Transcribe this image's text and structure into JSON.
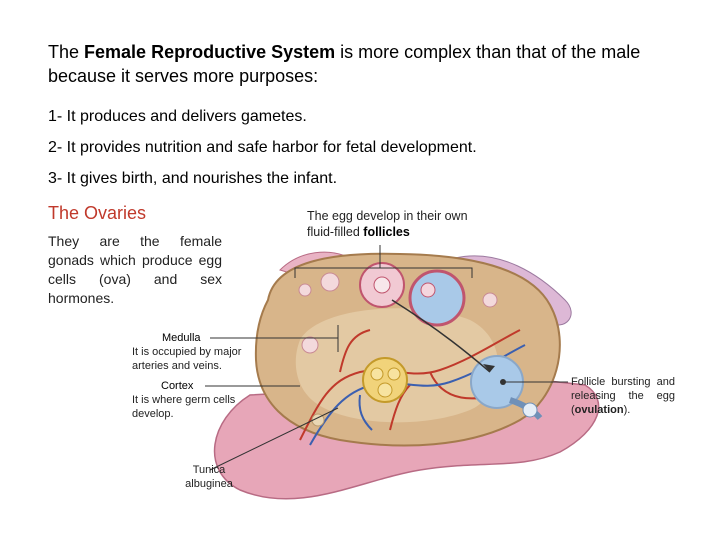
{
  "intro": {
    "before": "The ",
    "bold": "Female Reproductive System",
    "after": " is more complex than that of the male because it serves more purposes:"
  },
  "points": [
    "1- It produces and delivers gametes.",
    "2- It provides nutrition and safe harbor for fetal development.",
    "3- It gives birth, and nourishes the infant."
  ],
  "ovaries": {
    "title": "The Ovaries",
    "body": "They are the female gonads which produce egg cells (ova) and sex hormones."
  },
  "egg_caption": {
    "text": "The egg develop in their own fluid-filled ",
    "bold": "follicles"
  },
  "labels": {
    "medulla": {
      "name": "Medulla",
      "desc": "It is occupied by major arteries and veins."
    },
    "cortex": {
      "name": "Cortex",
      "desc": "It is where germ cells develop."
    },
    "tunica": {
      "name": "Tunica albuginea"
    },
    "follicle": {
      "text": "Follicle bursting and releasing the egg (",
      "bold": "ovulation",
      "after": ")."
    }
  },
  "colors": {
    "title_red": "#c0392b",
    "ovary_tan": "#d8b58a",
    "tissue_pink": "#e7a6b8",
    "follicle_blue": "#a9c9e8"
  }
}
